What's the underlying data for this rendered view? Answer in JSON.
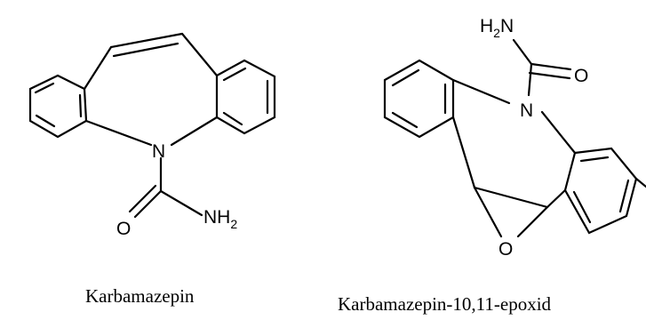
{
  "molecules": [
    {
      "caption": "Karbamazepin",
      "atoms": {
        "n": "N",
        "o": "O",
        "nh": "NH",
        "nh_sub": "2"
      }
    },
    {
      "caption": "Karbamazepin-10,11-epoxid",
      "atoms": {
        "n": "N",
        "o_carbonyl": "O",
        "o_epoxide": "O",
        "h": "H",
        "h_sub": "2",
        "n_amide": "N"
      }
    }
  ]
}
